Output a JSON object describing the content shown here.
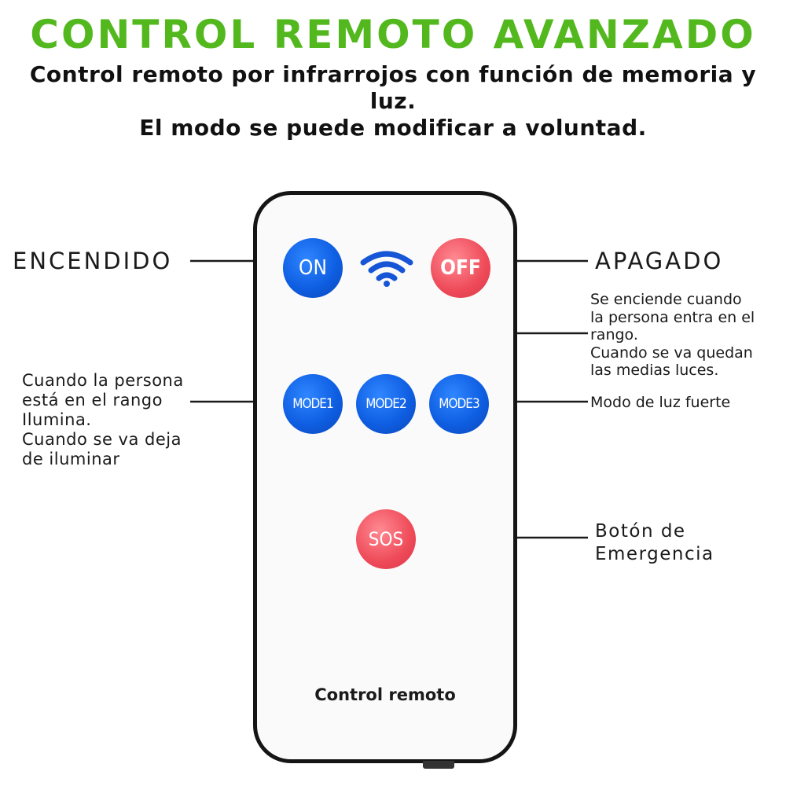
{
  "header": {
    "title": "CONTROL REMOTO AVANZADO",
    "subtitle_line1": "Control remoto por infrarrojos con función de memoria y luz.",
    "subtitle_line2": "El modo se puede modificar a voluntad."
  },
  "remote": {
    "buttons": {
      "on": "ON",
      "off": "OFF",
      "mode1": "MODE1",
      "mode2": "MODE2",
      "mode3": "MODE3",
      "sos": "SOS"
    },
    "label": "Control remoto"
  },
  "callouts": {
    "on": "ENCENDIDO",
    "off": "APAGADO",
    "mode2": [
      "Se enciende cuando",
      "la persona entra en el",
      "rango.",
      "Cuando se va quedan",
      "las medias luces."
    ],
    "mode1": [
      "Cuando la persona",
      "está en el rango",
      "Ilumina.",
      "Cuando se va deja",
      "de iluminar"
    ],
    "mode3": "Modo de luz fuerte",
    "sos": [
      "Botón de",
      "Emergencia"
    ]
  },
  "colors": {
    "title_green": "#52b81e",
    "button_blue": "#0f5fe3",
    "button_red": "#ee4a58",
    "wifi_blue": "#1655d6"
  },
  "icons": {
    "signal": "wifi-signal-icon"
  }
}
